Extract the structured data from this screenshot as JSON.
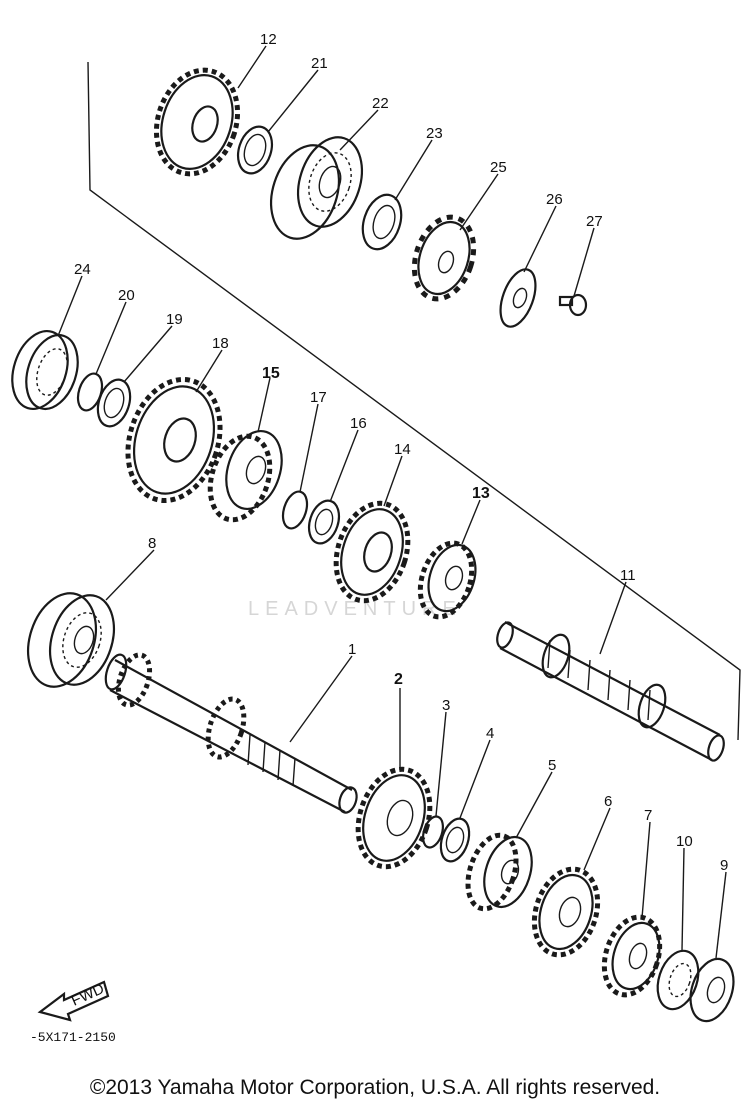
{
  "watermark": "LEADVENTURE",
  "part_code": "-5X171-2150",
  "fwd_label": "FWD",
  "copyright": "©2013 Yamaha Motor Corporation, U.S.A. All rights reserved.",
  "callouts": {
    "c1": "1",
    "c2": "2",
    "c3": "3",
    "c4": "4",
    "c5": "5",
    "c6": "6",
    "c7": "7",
    "c8": "8",
    "c9": "9",
    "c10": "10",
    "c11": "11",
    "c12": "12",
    "c13": "13",
    "c14": "14",
    "c15": "15",
    "c16": "16",
    "c17": "17",
    "c18": "18",
    "c19": "19",
    "c20": "20",
    "c21": "21",
    "c22": "22",
    "c23": "23",
    "c24": "24",
    "c25": "25",
    "c26": "26",
    "c27": "27"
  }
}
